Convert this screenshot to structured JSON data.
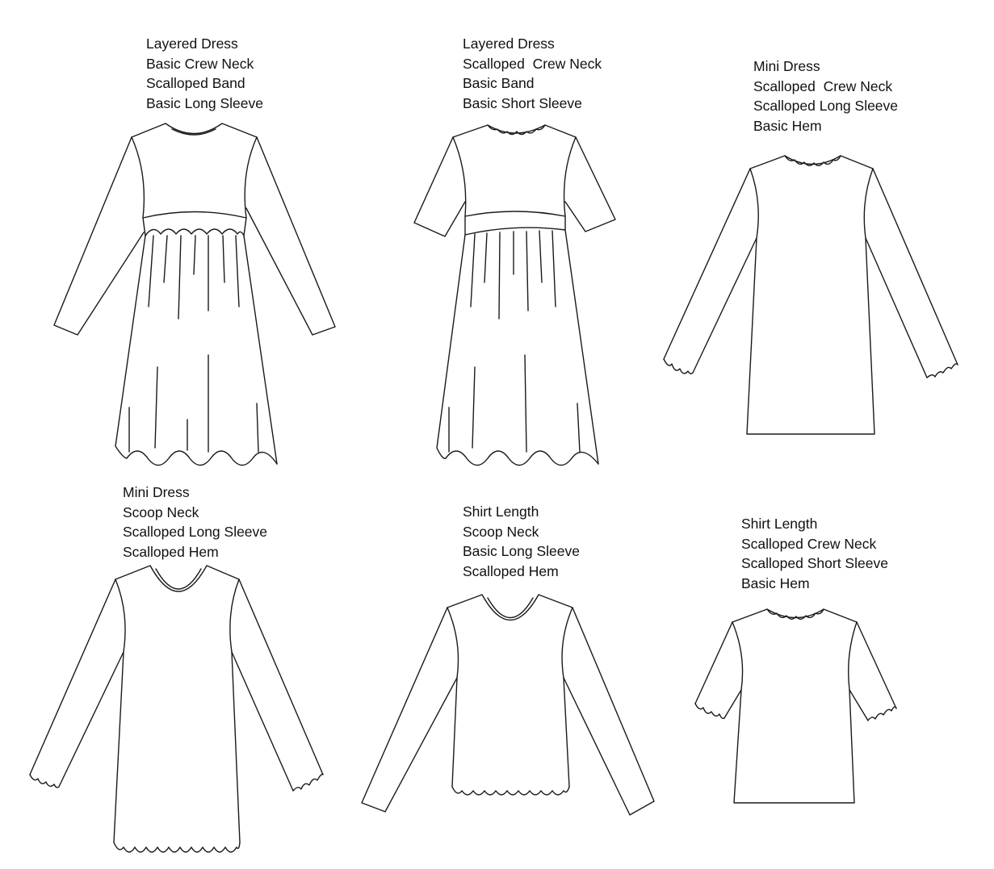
{
  "garments": [
    {
      "lines": [
        "Layered Dress",
        "Basic Crew Neck",
        "Scalloped Band",
        "Basic Long Sleeve"
      ]
    },
    {
      "lines": [
        "Layered Dress",
        "Scalloped  Crew Neck",
        "Basic Band",
        "Basic Short Sleeve"
      ]
    },
    {
      "lines": [
        "Mini Dress",
        "Scalloped  Crew Neck",
        "Scalloped Long Sleeve",
        "Basic Hem"
      ]
    },
    {
      "lines": [
        "Mini Dress",
        "Scoop Neck",
        "Scalloped Long Sleeve",
        "Scalloped Hem"
      ]
    },
    {
      "lines": [
        "Shirt Length",
        "Scoop Neck",
        "Basic Long Sleeve",
        "Scalloped Hem"
      ]
    },
    {
      "lines": [
        "Shirt Length",
        "Scalloped Crew Neck",
        "Scalloped Short Sleeve",
        "Basic Hem"
      ]
    }
  ]
}
